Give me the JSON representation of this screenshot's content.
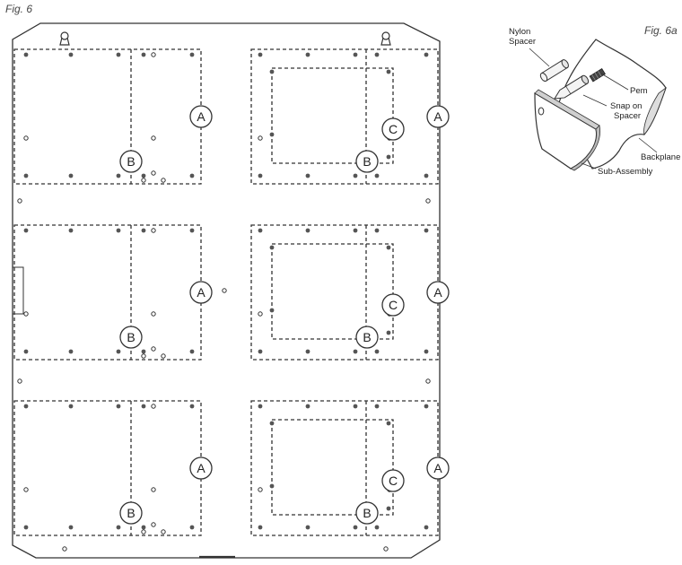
{
  "figure_main": {
    "label": "Fig. 6"
  },
  "figure_detail": {
    "label": "Fig. 6a"
  },
  "callouts": {
    "a": "A",
    "b": "B",
    "c": "C"
  },
  "parts": {
    "nylon_spacer": [
      "Nylon",
      "Spacer"
    ],
    "pem": "Pem",
    "snap_on_spacer": [
      "Snap on",
      "Spacer"
    ],
    "backplane": "Backplane",
    "sub_assembly": "Sub-Assembly"
  },
  "colors": {
    "line": "#333333",
    "dot": "#555555",
    "background": "#ffffff"
  }
}
